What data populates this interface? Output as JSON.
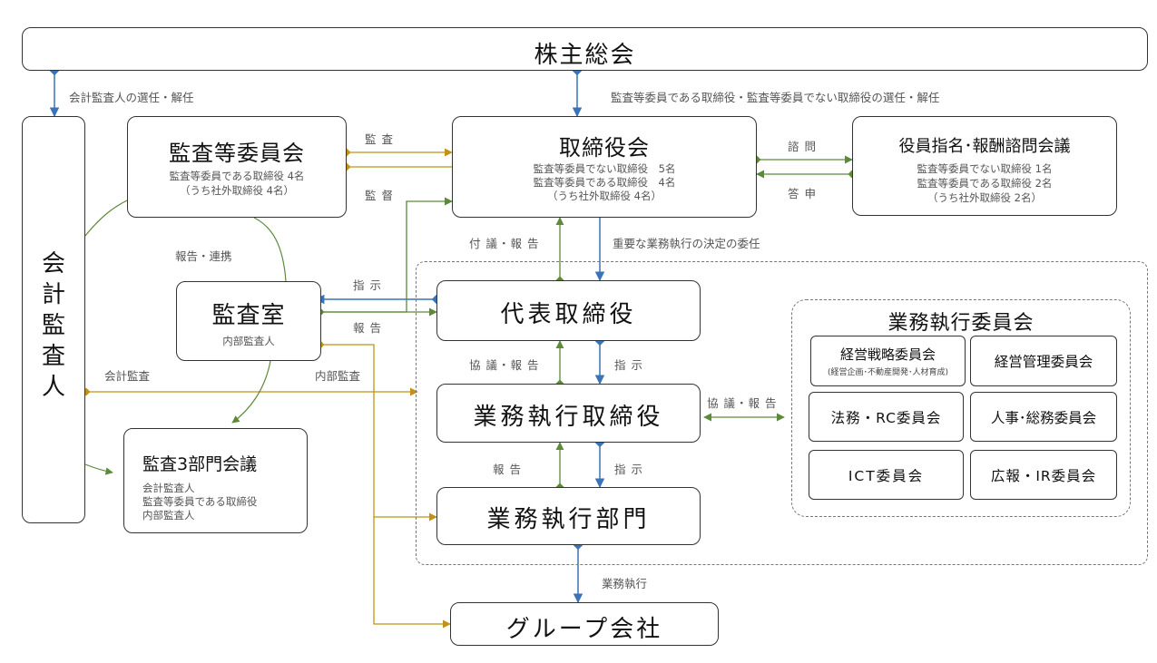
{
  "nodes": {
    "shareholders": "株主総会",
    "accounting_auditor": "会計監査人",
    "audit_committee": {
      "title": "監査等委員会",
      "lines": [
        "監査等委員である取締役 4名",
        "（うち社外取締役 4名）"
      ]
    },
    "board": {
      "title": "取締役会",
      "lines": [
        "監査等委員でない取締役　5名",
        "監査等委員である取締役　4名",
        "（うち社外取締役 4名）"
      ]
    },
    "nomination": {
      "title": "役員指名･報酬諮問会議",
      "lines": [
        "監査等委員でない取締役 1名",
        "監査等委員である取締役 2名",
        "（うち社外取締役 2名）"
      ]
    },
    "audit_office": {
      "title": "監査室",
      "lines": [
        "内部監査人"
      ]
    },
    "three_party": {
      "title": "監査3部門会議",
      "lines": [
        "会計監査人",
        "監査等委員である取締役",
        "内部監査人"
      ]
    },
    "representative": "代表取締役",
    "executive_director": "業務執行取締役",
    "business_division": "業務執行部門",
    "group_companies": "グループ会社",
    "exec_committee": {
      "title": "業務執行委員会",
      "members": [
        {
          "name": "経営戦略委員会",
          "note": "(経営企画･不動産開発･人材育成)"
        },
        {
          "name": "経営管理委員会"
        },
        {
          "name": "法務・RC委員会"
        },
        {
          "name": "人事･総務委員会"
        },
        {
          "name": "ICT委員会"
        },
        {
          "name": "広報・IR委員会"
        }
      ]
    }
  },
  "edge_labels": {
    "select_auditor": "会計監査人の選任・解任",
    "select_directors": "監査等委員である取締役・監査等委員でない取締役の選任・解任",
    "audit": "監 査",
    "supervise": "監 督",
    "consult": "諮 問",
    "answer": "答 申",
    "report_liaison": "報告・連携",
    "instruct1": "指 示",
    "report1": "報 告",
    "submit_report": "付 議・報 告",
    "delegation": "重要な業務執行の決定の委任",
    "discuss_report1": "協 議・報 告",
    "instruct2": "指 示",
    "discuss_report2": "協 議・報 告",
    "report2": "報 告",
    "instruct3": "指 示",
    "accounting_audit": "会計監査",
    "internal_audit": "内部監査",
    "business_execution": "業務執行"
  },
  "colors": {
    "blue": "#3a73b8",
    "gold": "#c09318",
    "green": "#5c8a3a",
    "gray_text": "#555555"
  }
}
